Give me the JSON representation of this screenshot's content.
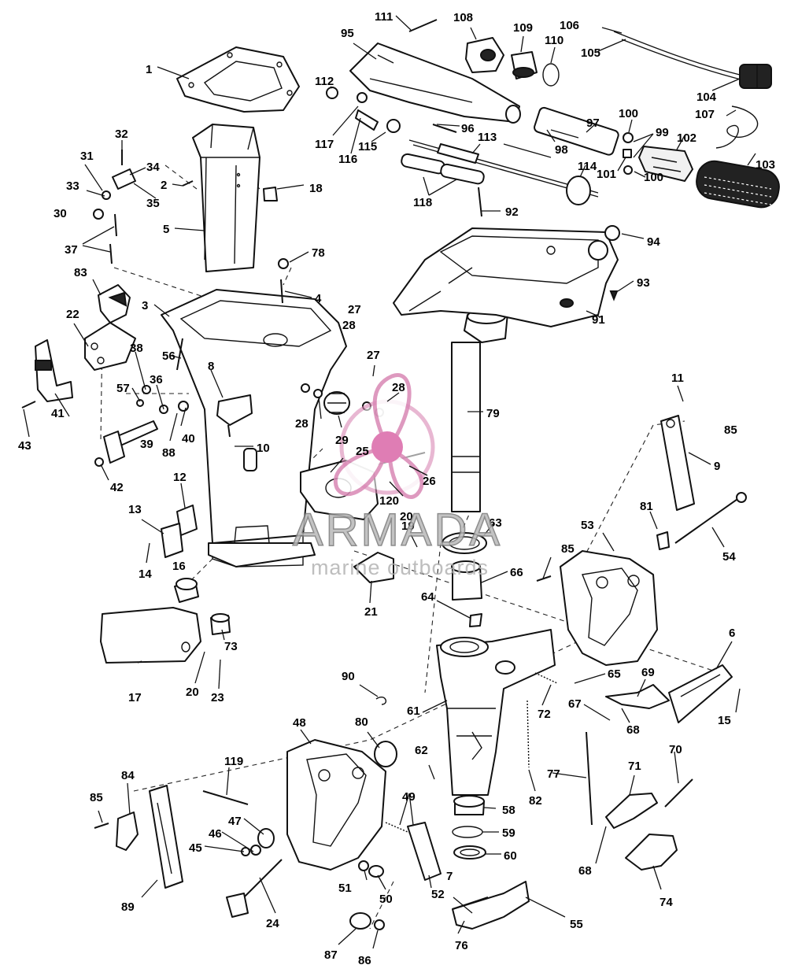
{
  "watermark": {
    "title": "ARMADA",
    "subtitle": "marine outboards",
    "accent_color": "#df7db4"
  },
  "callouts": [
    "1",
    "2",
    "3",
    "4",
    "5",
    "6",
    "7",
    "8",
    "9",
    "10",
    "11",
    "12",
    "13",
    "14",
    "15",
    "16",
    "17",
    "18",
    "19",
    "20",
    "20",
    "21",
    "22",
    "23",
    "24",
    "25",
    "26",
    "27",
    "27",
    "28",
    "28",
    "28",
    "29",
    "30",
    "31",
    "32",
    "33",
    "34",
    "35",
    "36",
    "37",
    "38",
    "39",
    "40",
    "41",
    "42",
    "43",
    "45",
    "46",
    "47",
    "48",
    "49",
    "50",
    "51",
    "52",
    "53",
    "54",
    "55",
    "56",
    "57",
    "58",
    "59",
    "60",
    "61",
    "62",
    "63",
    "64",
    "65",
    "66",
    "67",
    "68",
    "68",
    "69",
    "70",
    "71",
    "72",
    "73",
    "74",
    "76",
    "77",
    "78",
    "79",
    "80",
    "81",
    "82",
    "83",
    "84",
    "85",
    "85",
    "85",
    "86",
    "87",
    "88",
    "89",
    "90",
    "91",
    "92",
    "93",
    "94",
    "95",
    "96",
    "97",
    "98",
    "99",
    "100",
    "100",
    "101",
    "102",
    "103",
    "104",
    "105",
    "106",
    "107",
    "108",
    "109",
    "110",
    "111",
    "112",
    "113",
    "114",
    "115",
    "116",
    "117",
    "118",
    "119",
    "120"
  ]
}
